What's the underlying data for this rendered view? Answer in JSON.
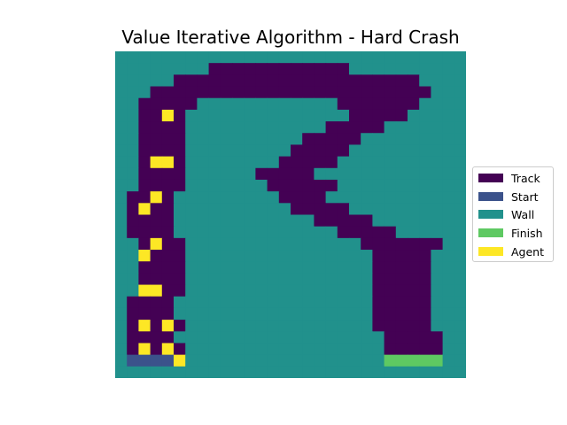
{
  "title": "Value Iterative Algorithm - Hard Crash",
  "colors": {
    "track": "#440154",
    "start": "#3b528b",
    "wall": "#21918c",
    "finish": "#5ec962",
    "agent": "#fde725"
  },
  "legend": [
    {
      "label": "Track",
      "color": "#440154"
    },
    {
      "label": "Start",
      "color": "#3b528b"
    },
    {
      "label": "Wall",
      "color": "#21918c"
    },
    {
      "label": "Finish",
      "color": "#5ec962"
    },
    {
      "label": "Agent",
      "color": "#fde725"
    }
  ],
  "map": {
    "cols": 30,
    "rows": 28,
    "cells": [
      "WWWWWWWWWWWWWWWWWWWWWWWWWWWWWW",
      "WWWWWWWWTTTTTTTTTTTTWWWWWWWWWW",
      "WWWWWTTTTTTTTTTTTTTTTTTTTTWWWW",
      "WWWTTTTTTTTTTTTTTTTTTTTTTTTWWW",
      "WWTTTTTWWWWWWWWWWWWTTTTTTTWWWW",
      "WWTTATWWWWWWWWWWWWWWTTTTTWWWWW",
      "WWTTTTWWWWWWWWWWWWTTTTTWWWWWWW",
      "WWTTTTWWWWWWWWWWTTTTTWWWWWWWWW",
      "WWTTTTWWWWWWWWWTTTTTWWWWWWWWWW",
      "WWTAATWWWWWWWWTTTTTWWWWWWWWWWW",
      "WWTTTTWWWWWWTTTTTWWWWWWWWWWWWW",
      "WWTTTTWWWWWWWTTTTTTWWWWWWWWWWW",
      "WTTATWWWWWWWWWTTTTWWWWWWWWWWWW",
      "WTATTWWWWWWWWWWTTTTTWWWWWWWWWW",
      "WTTTTWWWWWWWWWWWWTTTTTWWWWWWWW",
      "WTTTTWWWWWWWWWWWWWWTTTTTWWWWWW",
      "WWTATTWWWWWWWWWWWWWWWTTTTTTTWW",
      "WWATTTWWWWWWWWWWWWWWWWTTTTTWWW",
      "WWTTTTWWWWWWWWWWWWWWWWTTTTTWWW",
      "WWTTTTWWWWWWWWWWWWWWWWTTTTTWWW",
      "WWAATTWWWWWWWWWWWWWWWWTTTTTWWW",
      "WTTTTWWWWWWWWWWWWWWWWWTTTTTWWW",
      "WTTTTWWWWWWWWWWWWWWWWWTTTTTWWW",
      "WTATATWWWWWWWWWWWWWWWWTTTTTWWW",
      "WTTTTWWWWWWWWWWWWWWWWWWTTTTTWW",
      "WTATATWWWWWWWWWWWWWWWWWTTTTTWW",
      "WSSSSAWWWWWWWWWWWWWWWWWFFFFFWW",
      "WWWWWWWWWWWWWWWWWWWWWWWWWWWWWW"
    ]
  }
}
